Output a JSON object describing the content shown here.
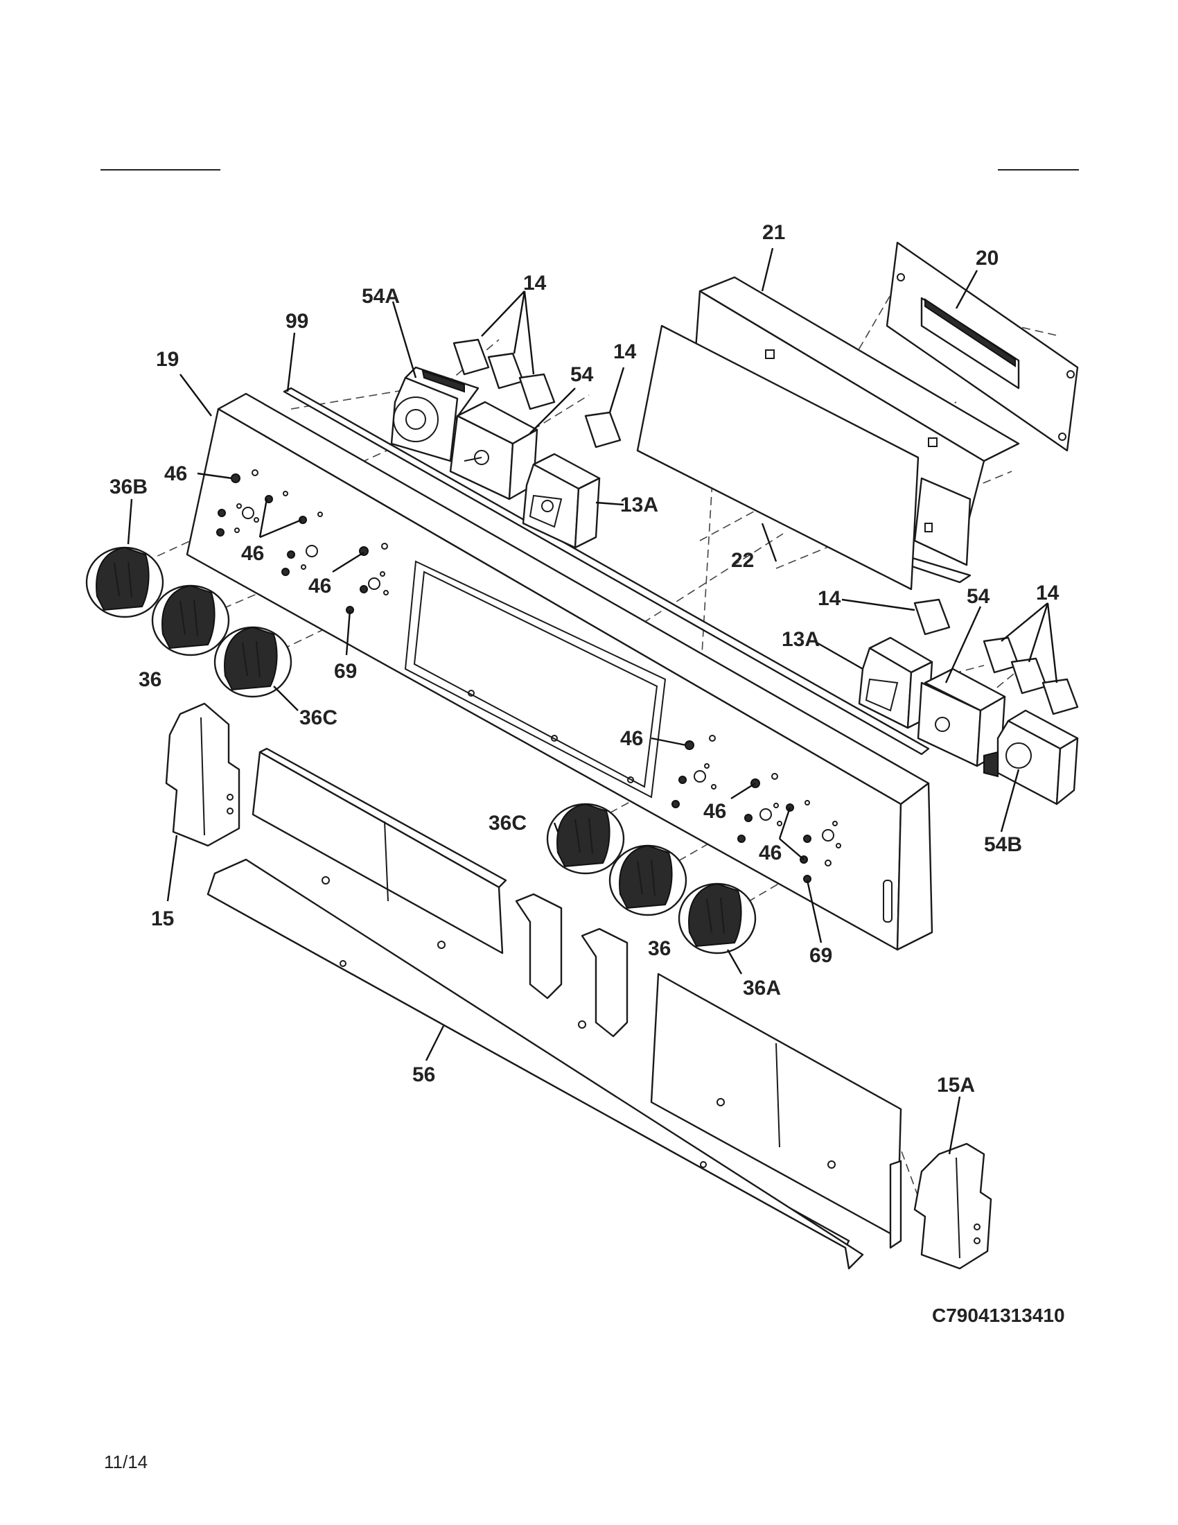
{
  "page": {
    "drawing_ref": "C79041313410",
    "date_code": "11/14"
  },
  "callouts": {
    "c21": "21",
    "c20": "20",
    "c14_top": "14",
    "c54A": "54A",
    "c99": "99",
    "c19": "19",
    "c14_mid": "14",
    "c54_top": "54",
    "c46_a": "46",
    "c36B": "36B",
    "c13A_top": "13A",
    "c46_b": "46",
    "c46_c": "46",
    "c22": "22",
    "c36_left": "36",
    "c69_left": "69",
    "c36C_left": "36C",
    "c14_right": "14",
    "c54_right": "54",
    "c14_right_group": "14",
    "c13A_right": "13A",
    "c46_d": "46",
    "c46_e": "46",
    "c36C_right": "36C",
    "c46_f": "46",
    "c54B": "54B",
    "c15": "15",
    "c36_right": "36",
    "c69_right": "69",
    "c36A": "36A",
    "c56": "56",
    "c15A": "15A"
  }
}
